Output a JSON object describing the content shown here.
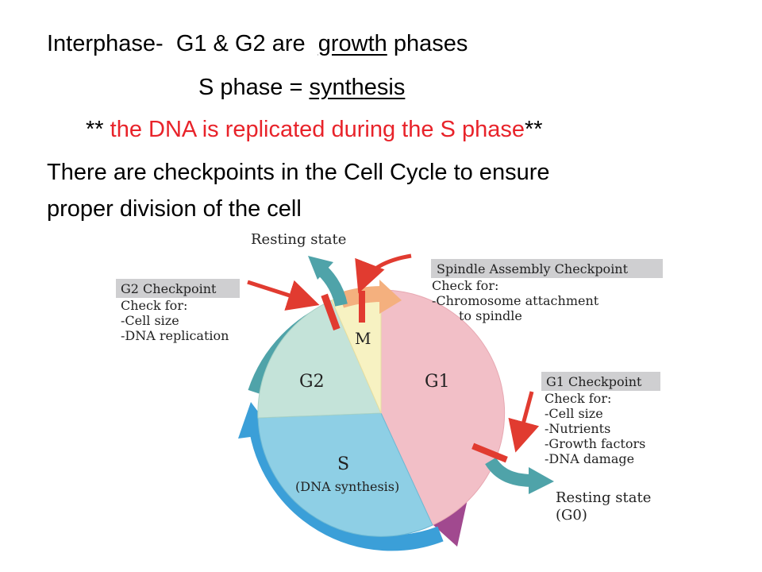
{
  "slide": {
    "line1": {
      "prefix": "Interphase-  G1 & G2 are  ",
      "underlined": "growth",
      "suffix": " phases"
    },
    "line2": {
      "prefix": "S phase = ",
      "underlined": "synthesis"
    },
    "line3": {
      "prefix": "** ",
      "highlight": "the DNA is replicated during the S phase",
      "suffix": "**"
    },
    "line4": "There are checkpoints in the Cell Cycle to ensure",
    "line5": "proper division of the cell",
    "highlight_color": "#e8232a"
  },
  "diagram": {
    "phases": {
      "m": "M",
      "g1": "G1",
      "g2": "G2",
      "s": "S",
      "s_sub": "(DNA synthesis)"
    },
    "resting_top": "Resting state",
    "resting_bottom": "Resting state",
    "resting_bottom_sub": "(G0)",
    "g2_checkpoint": {
      "title": "G2 Checkpoint",
      "check_for": "Check for:",
      "items": [
        "-Cell size",
        "-DNA replication"
      ]
    },
    "spindle_checkpoint": {
      "title": "Spindle Assembly Checkpoint",
      "check_for": "Check for:",
      "items": [
        "-Chromosome attachment",
        "to spindle"
      ]
    },
    "g1_checkpoint": {
      "title": "G1 Checkpoint",
      "check_for": "Check for:",
      "items": [
        "-Cell size",
        "-Nutrients",
        "-Growth factors",
        "-DNA damage"
      ]
    },
    "colors": {
      "g1": "#f2bfc7",
      "g2": "#c4e3d9",
      "s": "#8ecfe5",
      "m": "#f7f2c2",
      "g1_arrow": "#a1498f",
      "s_arrow": "#3b9fd8",
      "g2_arrow": "#4fa3a9",
      "m_arrow": "#f4b07e",
      "checkpoint": "#e13b30",
      "label_box": "#cfcfd1"
    }
  }
}
